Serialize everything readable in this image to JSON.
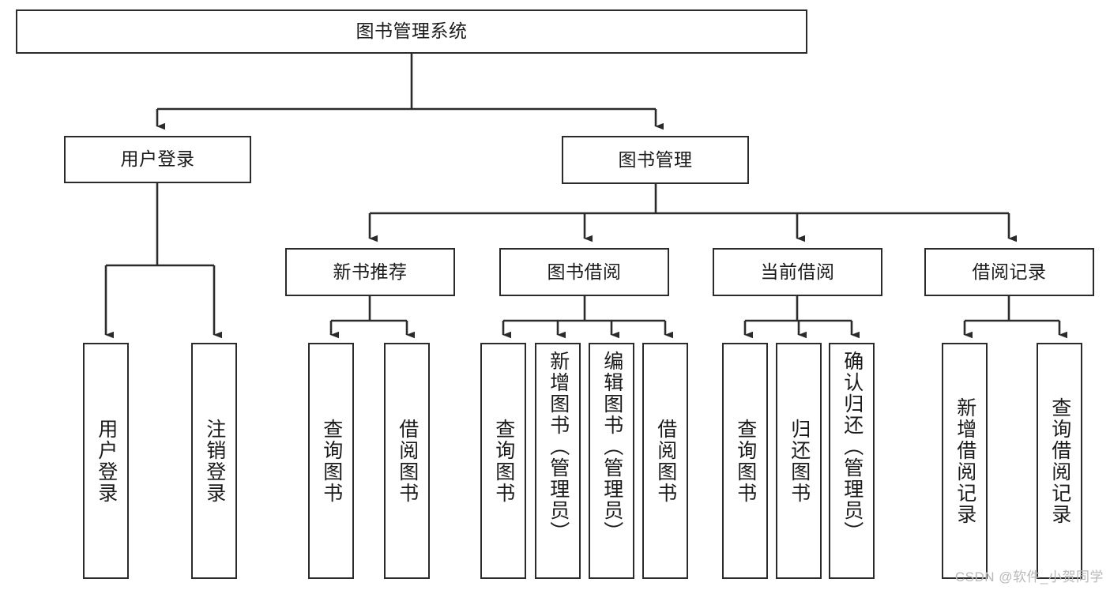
{
  "diagram": {
    "title": "图书管理系统",
    "type": "hierarchy-tree",
    "watermark": "CSDN @软件_小贺同学",
    "colors": {
      "stroke": "#2b2b2b",
      "fill": "#ffffff",
      "text": "#1a1a1a",
      "watermark": "#b9b9b9"
    },
    "nodes": {
      "root": {
        "label": "图书管理系统"
      },
      "level2": [
        {
          "id": "user-login",
          "label": "用户登录"
        },
        {
          "id": "book-manage",
          "label": "图书管理"
        }
      ],
      "level3": [
        {
          "id": "new-book-recommend",
          "label": "新书推荐"
        },
        {
          "id": "book-borrow",
          "label": "图书借阅"
        },
        {
          "id": "current-borrow",
          "label": "当前借阅"
        },
        {
          "id": "borrow-record",
          "label": "借阅记录"
        }
      ],
      "leaves": {
        "user_login": [
          {
            "id": "leaf-user-login",
            "label": "用户登录"
          },
          {
            "id": "leaf-logout-login",
            "label": "注销登录"
          }
        ],
        "new_book_recommend": [
          {
            "id": "leaf-query-book-1",
            "label": "查询图书"
          },
          {
            "id": "leaf-borrow-book-1",
            "label": "借阅图书"
          }
        ],
        "book_borrow": [
          {
            "id": "leaf-query-book-2",
            "label": "查询图书"
          },
          {
            "id": "leaf-add-book",
            "label": "新增图书（管理员）"
          },
          {
            "id": "leaf-edit-book",
            "label": "编辑图书（管理员）"
          },
          {
            "id": "leaf-borrow-book-2",
            "label": "借阅图书"
          }
        ],
        "current_borrow": [
          {
            "id": "leaf-query-book-3",
            "label": "查询图书"
          },
          {
            "id": "leaf-return-book",
            "label": "归还图书"
          },
          {
            "id": "leaf-confirm-return",
            "label": "确认归还（管理员）"
          }
        ],
        "borrow_record": [
          {
            "id": "leaf-add-record",
            "label": "新增借阅记录"
          },
          {
            "id": "leaf-query-record",
            "label": "查询借阅记录"
          }
        ]
      }
    }
  }
}
